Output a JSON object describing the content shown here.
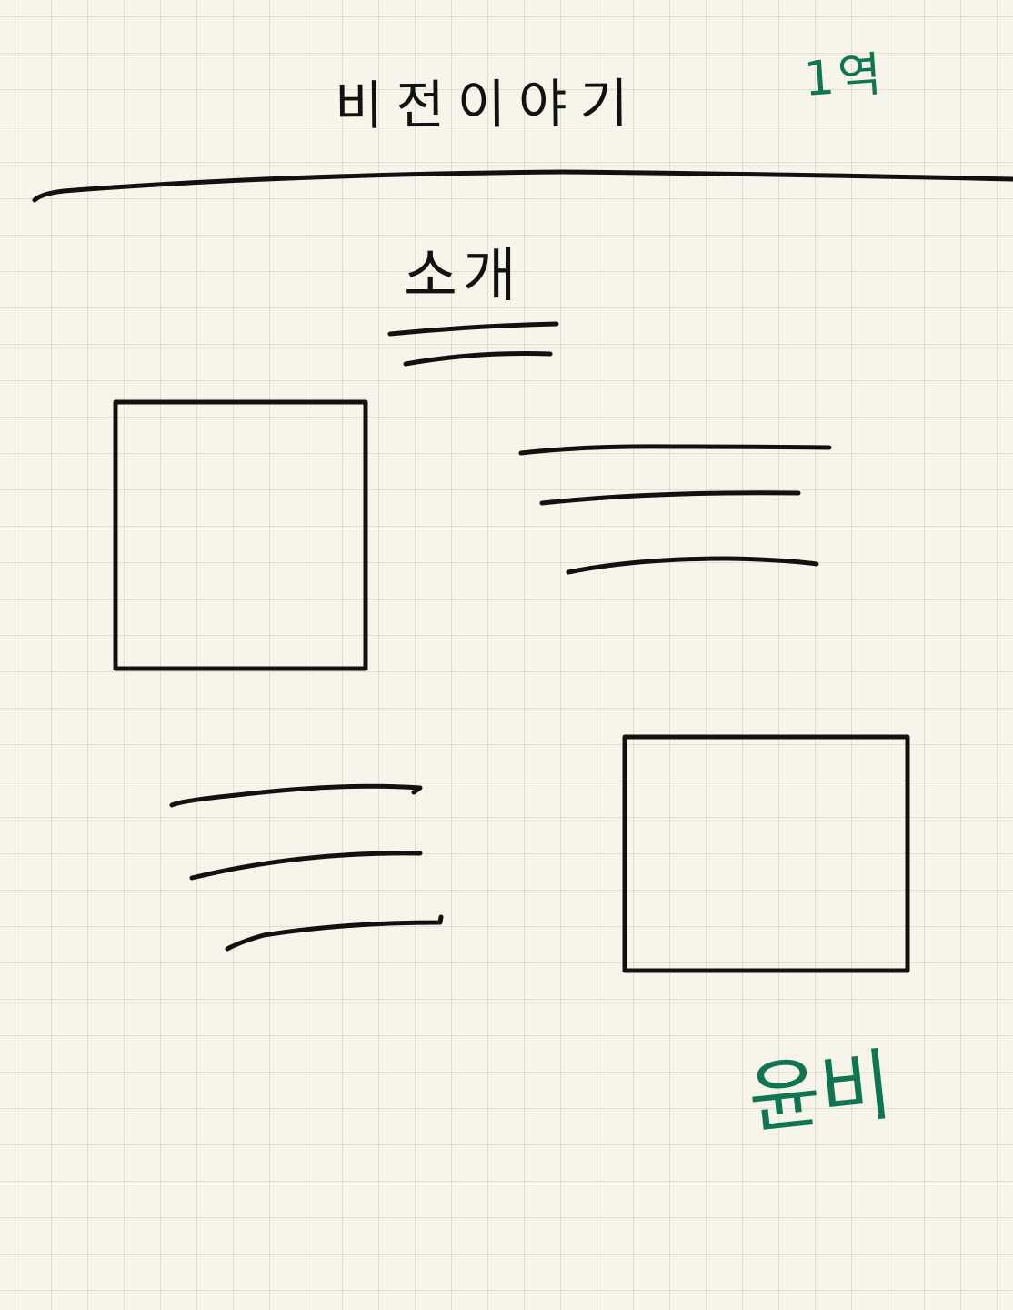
{
  "page": {
    "title": "비전이야기",
    "page_number": "1역",
    "section_heading": "소개",
    "signature": "윤비"
  },
  "style": {
    "ink_color": "#111111",
    "accent_ink_color": "#0f7553",
    "paper_color": "#f7f5ea",
    "grid_line_color": "#cdcdbe"
  }
}
